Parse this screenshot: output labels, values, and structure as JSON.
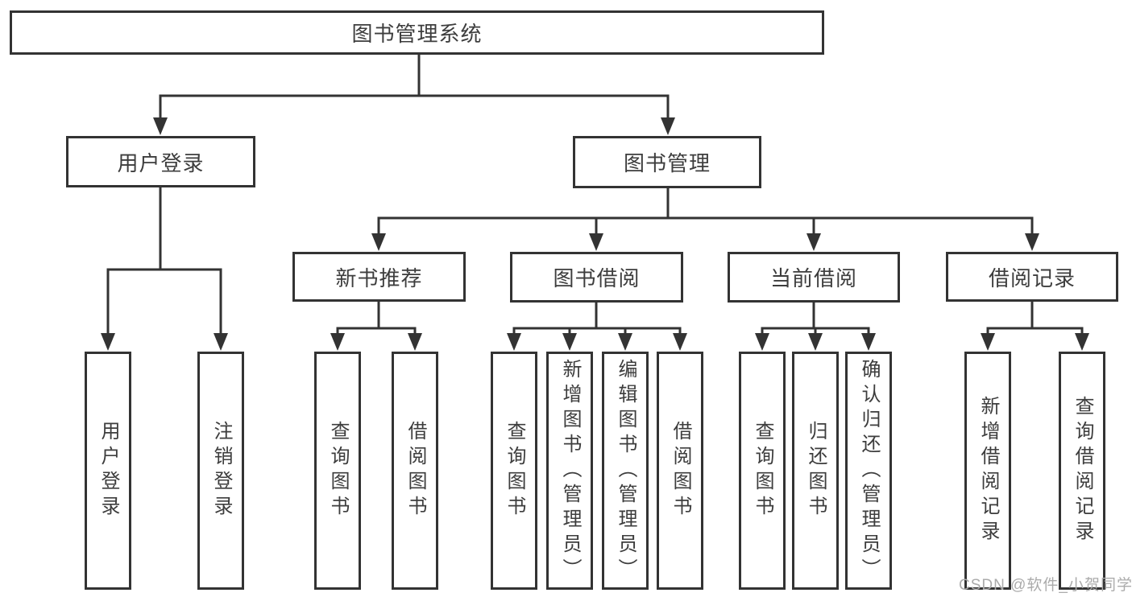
{
  "tree": {
    "label": "图书管理系统",
    "children": [
      {
        "label": "用户登录",
        "children": [
          {
            "label": "用户登录"
          },
          {
            "label": "注销登录"
          }
        ]
      },
      {
        "label": "图书管理",
        "children": [
          {
            "label": "新书推荐",
            "children": [
              {
                "label": "查询图书"
              },
              {
                "label": "借阅图书"
              }
            ]
          },
          {
            "label": "图书借阅",
            "children": [
              {
                "label": "查询图书"
              },
              {
                "label": "新增图书（管理员）"
              },
              {
                "label": "编辑图书（管理员）"
              },
              {
                "label": "借阅图书"
              }
            ]
          },
          {
            "label": "当前借阅",
            "children": [
              {
                "label": "查询图书"
              },
              {
                "label": "归还图书"
              },
              {
                "label": "确认归还（管理员）"
              }
            ]
          },
          {
            "label": "借阅记录",
            "children": [
              {
                "label": "新增借阅记录"
              },
              {
                "label": "查询借阅记录"
              }
            ]
          }
        ]
      }
    ]
  },
  "watermark": "CSDN @软件_小贺同学",
  "colors": {
    "line": "#333333",
    "box_border": "#333333",
    "box_background": "#ffffff",
    "text": "#3d3d3d",
    "watermark_text": "#ababab",
    "page_background": "#ffffff"
  }
}
